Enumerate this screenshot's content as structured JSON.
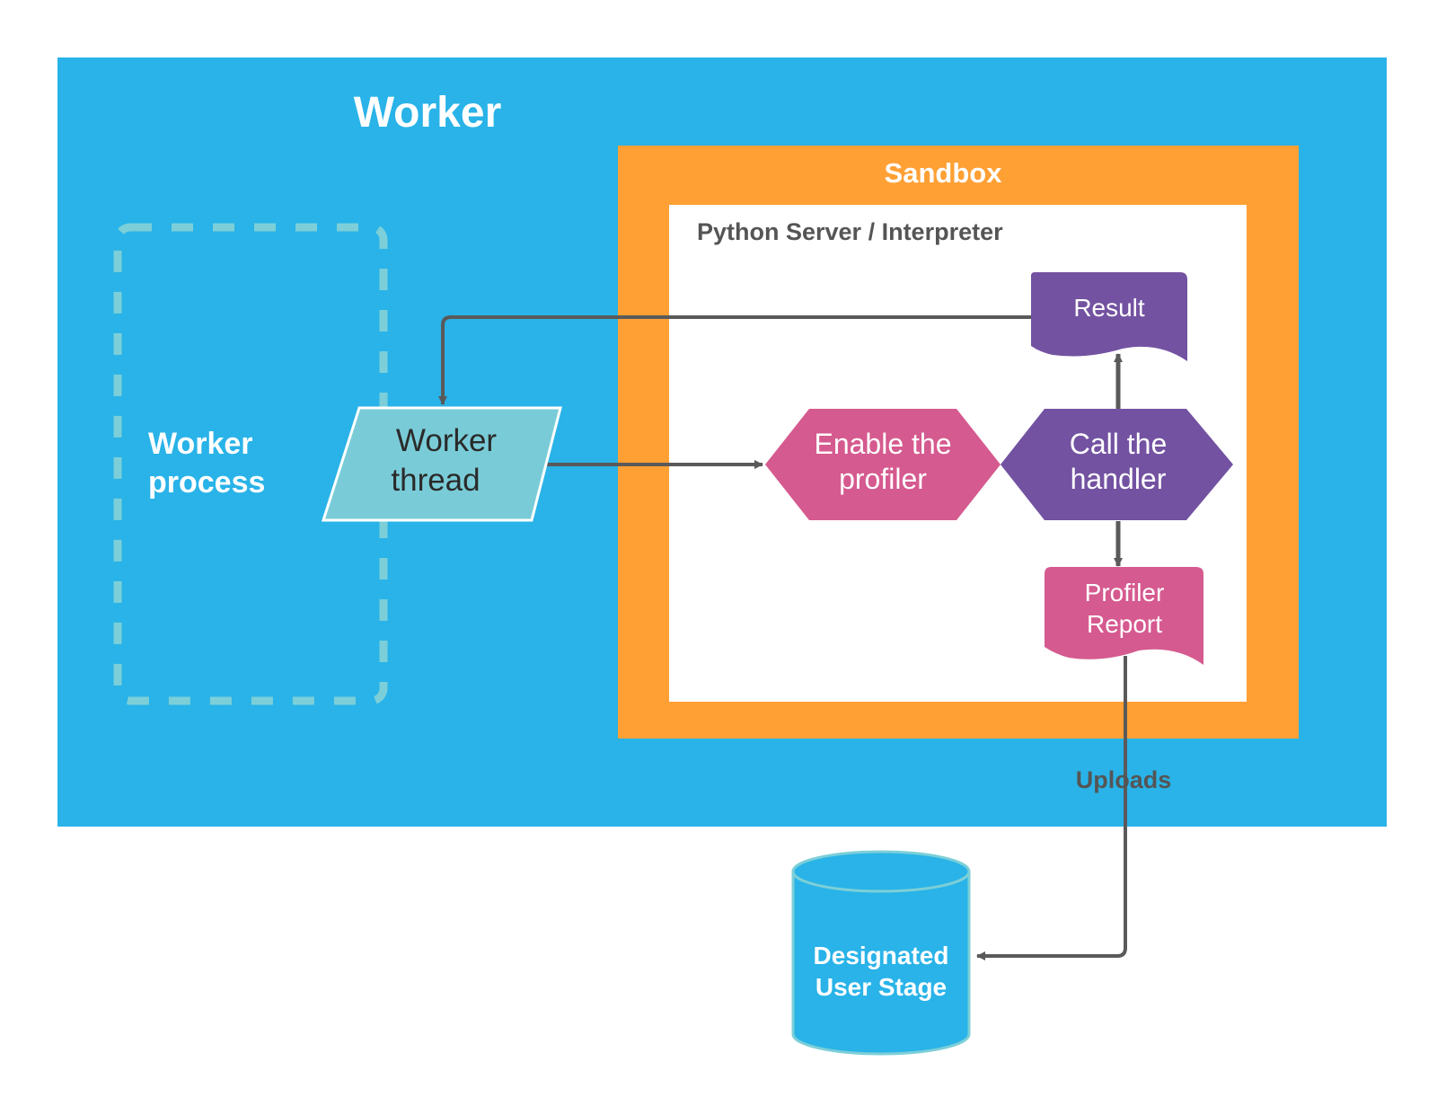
{
  "diagram": {
    "worker": {
      "title": "Worker",
      "color": "#29b3e8"
    },
    "worker_process": {
      "line1": "Worker",
      "line2": "process",
      "border_color": "#7ccfd8"
    },
    "worker_thread": {
      "line1": "Worker",
      "line2": "thread",
      "color": "#79ccd7"
    },
    "sandbox": {
      "title": "Sandbox",
      "color": "#ffa035"
    },
    "interpreter": {
      "title": "Python Server / Interpreter"
    },
    "enable_profiler": {
      "line1": "Enable the",
      "line2": "profiler",
      "color": "#d55a8f"
    },
    "call_handler": {
      "line1": "Call the",
      "line2": "handler",
      "color": "#7352a1"
    },
    "result": {
      "label": "Result",
      "color": "#7352a1"
    },
    "profiler_report": {
      "line1": "Profiler",
      "line2": "Report",
      "color": "#d55a8f"
    },
    "uploads_label": "Uploads",
    "user_stage": {
      "line1": "Designated",
      "line2": "User Stage",
      "color": "#29b3e8"
    },
    "arrow_color": "#5a5a5a"
  }
}
